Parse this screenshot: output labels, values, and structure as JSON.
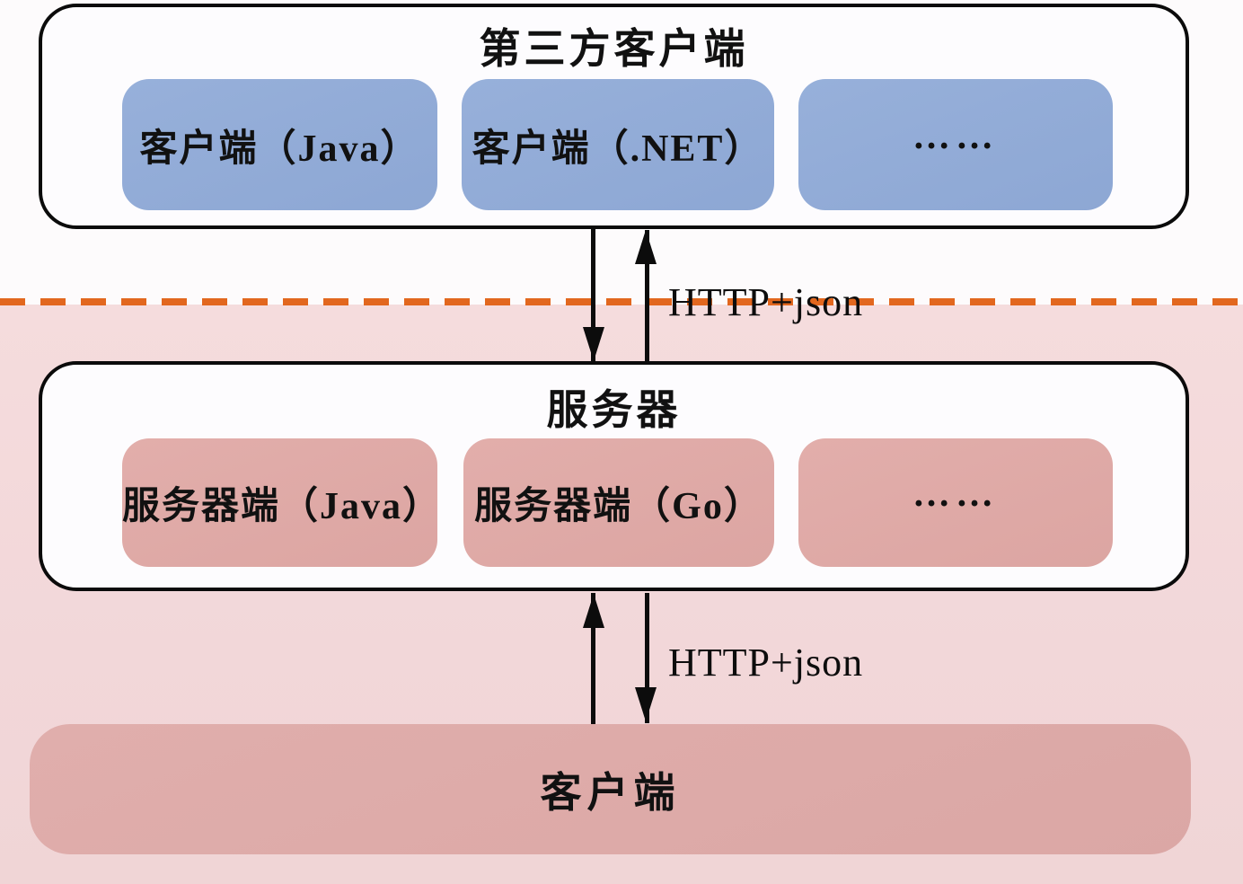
{
  "third_party": {
    "title": "第三方客户端",
    "boxes": [
      {
        "label": "客户端（Java）"
      },
      {
        "label": "客户端（.NET）"
      },
      {
        "label": "……"
      }
    ]
  },
  "server": {
    "title": "服务器",
    "boxes": [
      {
        "label": "服务器端（Java）"
      },
      {
        "label": "服务器端（Go）"
      },
      {
        "label": "……"
      }
    ]
  },
  "client": {
    "label": "客户端"
  },
  "links": {
    "top": {
      "label": "HTTP+json"
    },
    "bottom": {
      "label": "HTTP+json"
    }
  },
  "colors": {
    "third_party_box_blue": "#8fa9d6",
    "server_box_pink": "#dfa8a5",
    "client_bar_pink": "#dcaaa8",
    "upper_background": "#fdfbfc",
    "lower_background": "#f3d9da",
    "container_fill": "#fdfcfe",
    "outline_black": "#0b0b0b",
    "boundary_dash_orange": "#e2671e"
  }
}
